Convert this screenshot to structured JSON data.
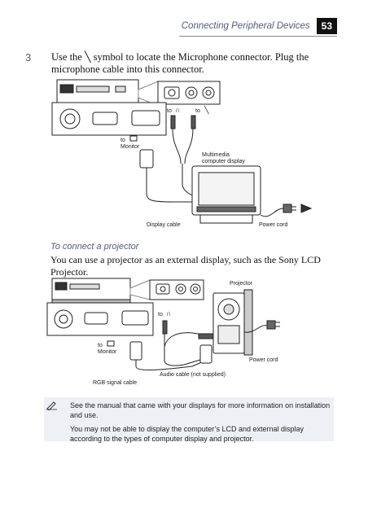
{
  "header": {
    "title": "Connecting Peripheral Devices",
    "page_number": "53"
  },
  "step": {
    "number": "3",
    "text": "Use the ╲ symbol to locate the Microphone connector. Plug the microphone cable into this connector."
  },
  "diagram1": {
    "labels": {
      "to_headphone": "to",
      "to_mic": "to",
      "to_monitor": "to",
      "monitor": "Monitor",
      "display_name_1": "Multimedia",
      "display_name_2": "computer display",
      "display_cable": "Display cable",
      "power_cord": "Power cord"
    }
  },
  "subsection": {
    "title": "To connect a projector",
    "body": "You can use a projector as an external display, such as the Sony LCD Projector."
  },
  "diagram2": {
    "labels": {
      "projector": "Projector",
      "to_headphone": "to",
      "to_monitor": "to",
      "monitor": "Monitor",
      "power_cord": "Power cord",
      "audio_cable": "Audio cable (not supplied)",
      "rgb_cable": "RGB signal cable"
    }
  },
  "note": {
    "line1": "See the manual that came with your displays for more information on installation and use.",
    "line2": "You may not be able to display the computer’s LCD and external display according to the types of computer display and projector."
  }
}
